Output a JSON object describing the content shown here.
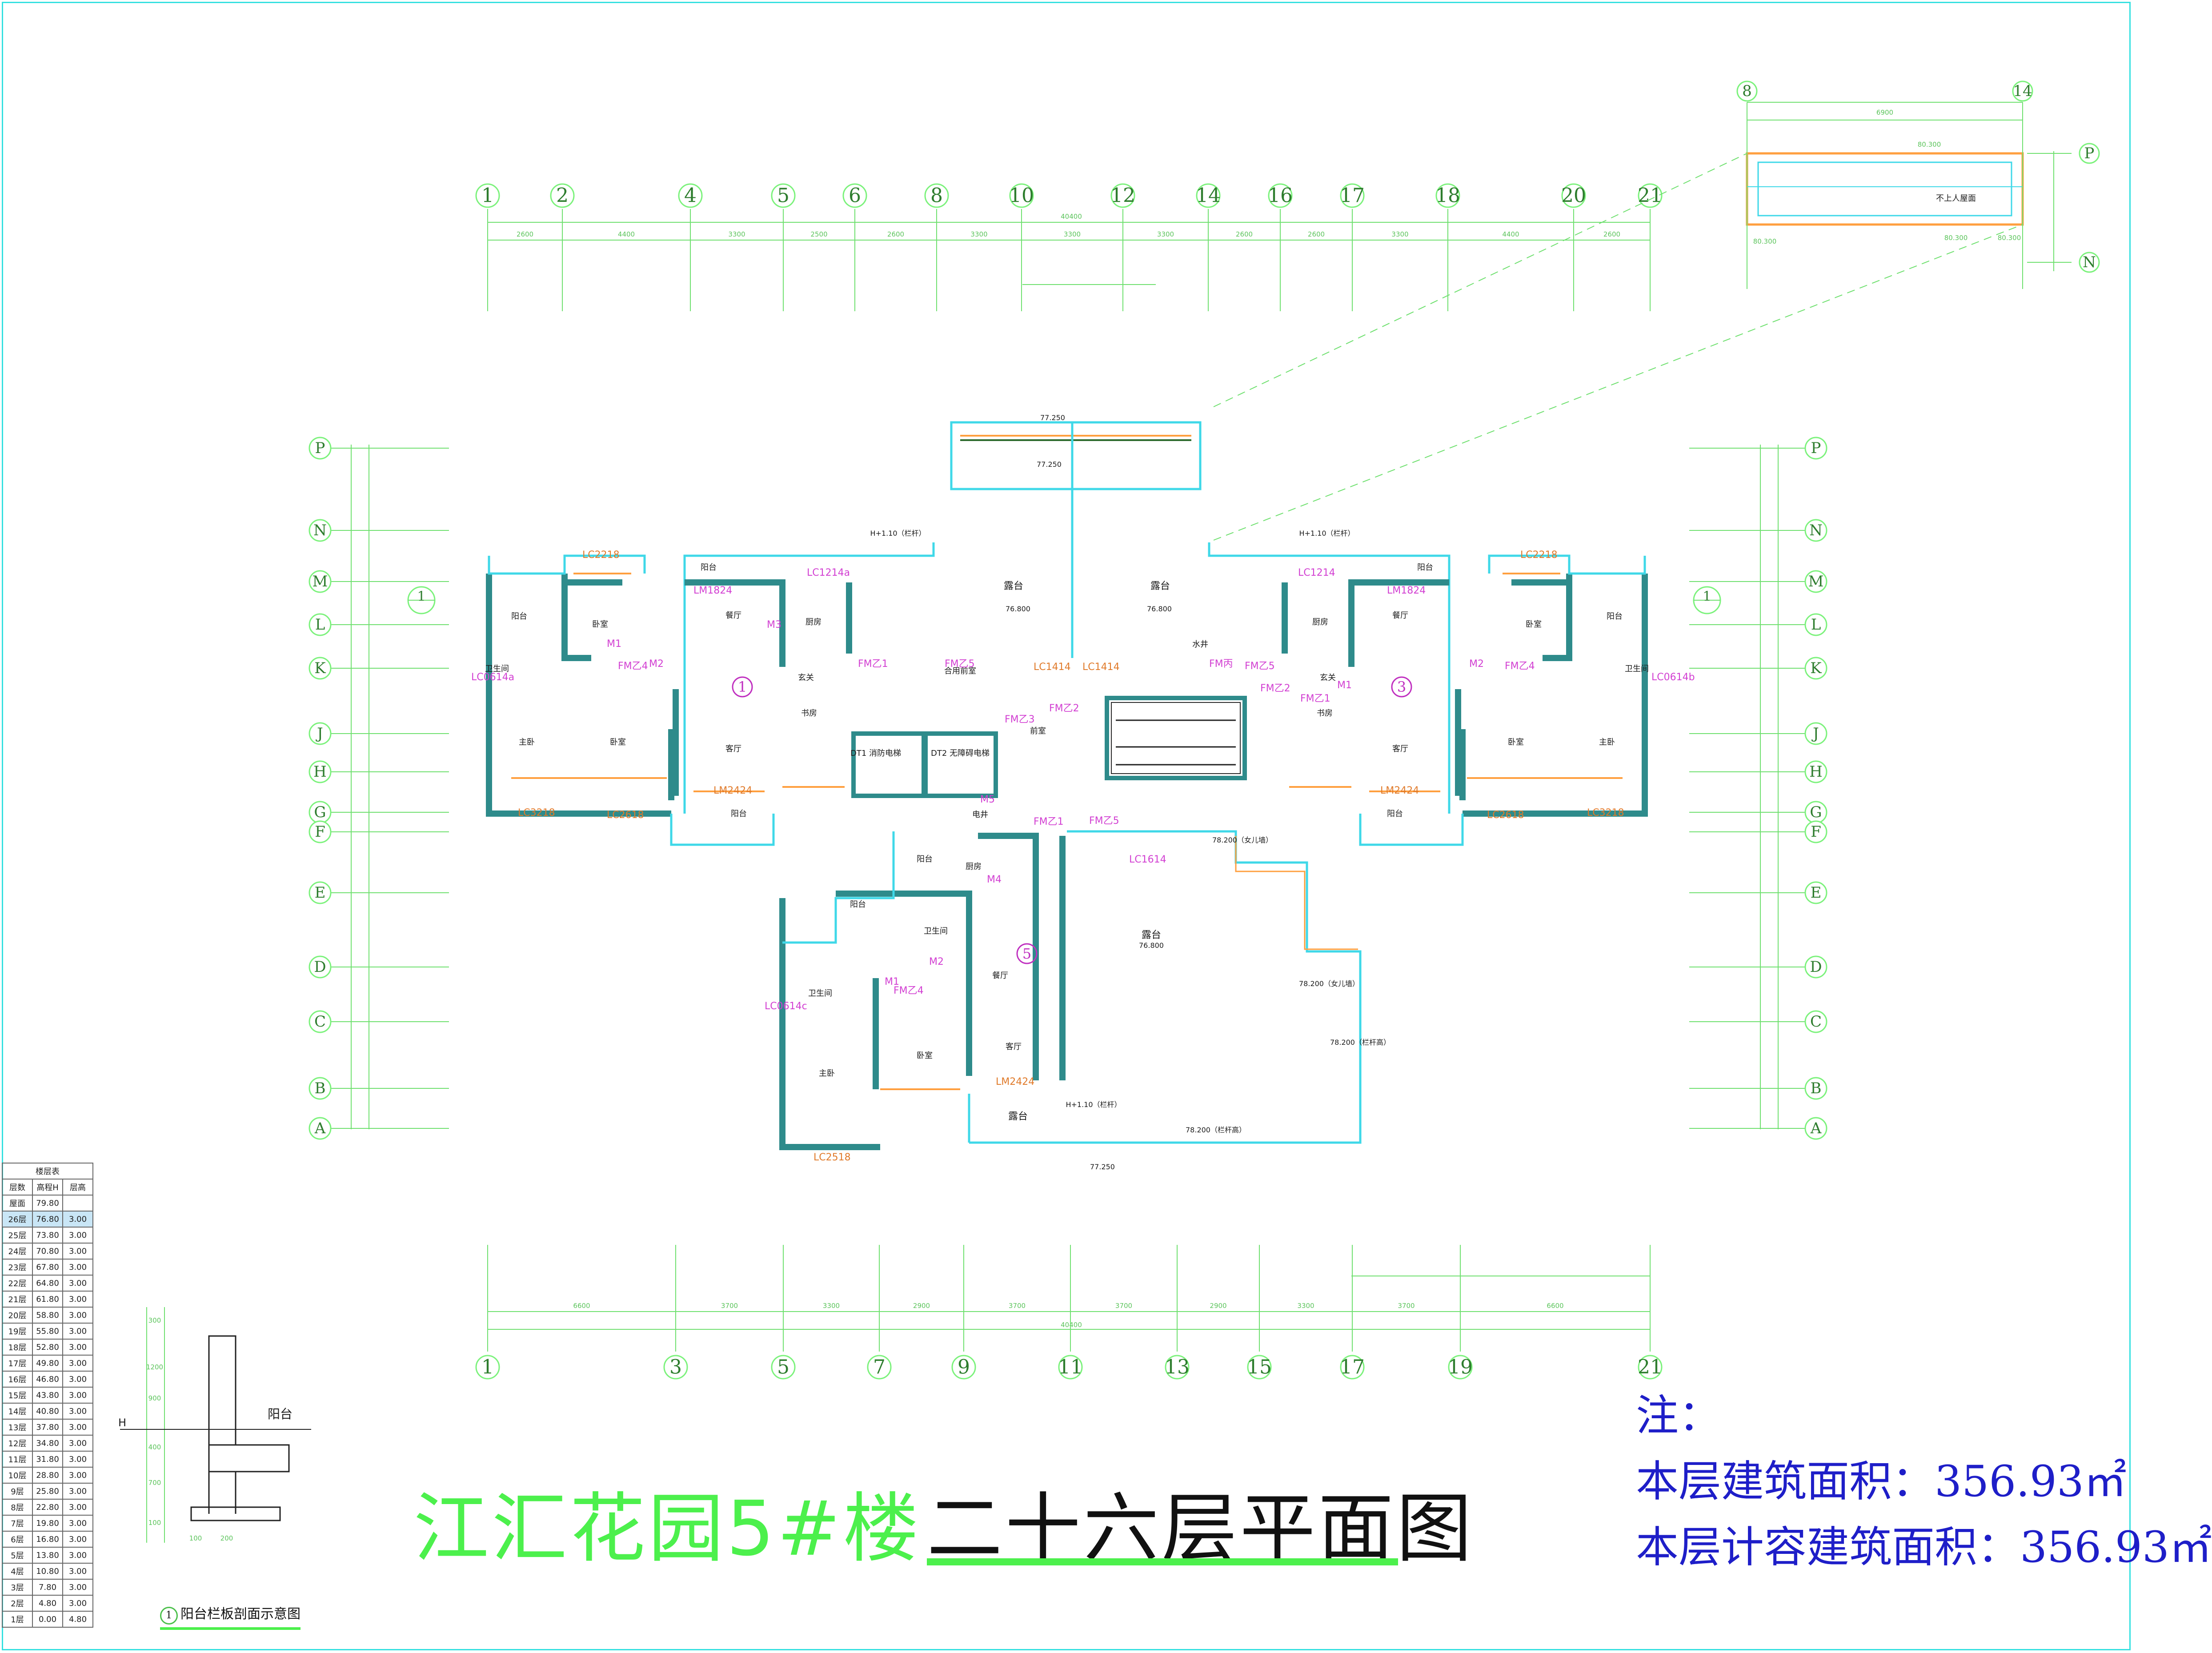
{
  "title": {
    "project": "江汇花园5#楼",
    "drawing": "二十六层平面图"
  },
  "notes": {
    "heading": "注：",
    "line1": "本层建筑面积：356.93㎡",
    "line2": "本层计容建筑面积：356.93㎡"
  },
  "axes": {
    "top": [
      "1",
      "2",
      "4",
      "5",
      "6",
      "8",
      "10",
      "12",
      "14",
      "16",
      "17",
      "18",
      "20",
      "21"
    ],
    "bottom": [
      "1",
      "3",
      "5",
      "7",
      "9",
      "11",
      "13",
      "15",
      "17",
      "19",
      "21"
    ],
    "rows": [
      "P",
      "N",
      "M",
      "L",
      "K",
      "J",
      "H",
      "G",
      "F",
      "E",
      "D",
      "C",
      "B",
      "A"
    ],
    "roof_top": [
      "8",
      "14"
    ],
    "roof_rows": [
      "P",
      "N"
    ]
  },
  "dimensions": {
    "top_total": "40400",
    "top_segments": [
      "2600",
      "4400",
      "3300",
      "2500",
      "2600",
      "3300",
      "3300",
      "3300",
      "2600",
      "2600",
      "3300",
      "4400",
      "2600"
    ],
    "bottom_total": "40400",
    "bottom_segments": [
      "6600",
      "3700",
      "3300",
      "2900",
      "3700",
      "3700",
      "2900",
      "3300",
      "3700",
      "6600"
    ],
    "roof_width": "6900",
    "roof_elevations": [
      "80.300",
      "80.300",
      "80.300",
      "80.300"
    ],
    "roof_label": "不上人屋面"
  },
  "rooms": {
    "unit1": {
      "id": "1",
      "labels": [
        "主卧",
        "卧室",
        "餐厅",
        "客厅",
        "厨房",
        "卫生间",
        "卧室",
        "阳台",
        "阳台",
        "阳台",
        "书房",
        "玄关"
      ]
    },
    "unit3": {
      "id": "3",
      "labels": [
        "主卧",
        "卧室",
        "餐厅",
        "客厅",
        "厨房",
        "卫生间",
        "卧室",
        "阳台",
        "阳台",
        "阳台",
        "书房",
        "玄关"
      ]
    },
    "unit5": {
      "id": "5",
      "labels": [
        "主卧",
        "卧室",
        "餐厅",
        "客厅",
        "厨房",
        "卫生间",
        "卫生间",
        "阳台",
        "阳台"
      ]
    },
    "core": {
      "labels": [
        "露台",
        "露台",
        "露台",
        "露台",
        "合用前室",
        "前室",
        "电井",
        "水井",
        "DT1 消防电梯",
        "DT2 无障碍电梯"
      ]
    }
  },
  "elevations": [
    "77.250",
    "77.250",
    "76.800",
    "76.800",
    "76.800",
    "78.200（女儿墙）",
    "78.200（女儿墙）",
    "78.200（栏杆高）",
    "78.200（栏杆高）",
    "77.250",
    "H+1.10（栏杆）",
    "H+1.10（栏杆）",
    "H+1.10（栏杆）"
  ],
  "door_window_tags": [
    "LC2218",
    "LC2218",
    "LC1214a",
    "LC1214",
    "LM1824",
    "LM1824",
    "LC3218",
    "LC3218",
    "LC2618",
    "LC2618",
    "LM2424",
    "LM2424",
    "LM2424",
    "LC1414",
    "LC1414",
    "LC0614a",
    "LC0614b",
    "LC0614c",
    "LC2518",
    "LC1614",
    "FM乙5",
    "FM乙5",
    "FM乙5",
    "FM乙4",
    "FM乙4",
    "FM乙4",
    "FM乙3",
    "FM乙2",
    "FM乙2",
    "FM乙1",
    "FM乙1",
    "FM乙1",
    "FM丙",
    "M1",
    "M1",
    "M1",
    "M2",
    "M2",
    "M2",
    "M3",
    "M4",
    "M5"
  ],
  "floor_table": {
    "title": "楼层表",
    "headers": [
      "层数",
      "高程H",
      "层高"
    ],
    "rows": [
      [
        "屋面",
        "79.80",
        ""
      ],
      [
        "26层",
        "76.80",
        "3.00"
      ],
      [
        "25层",
        "73.80",
        "3.00"
      ],
      [
        "24层",
        "70.80",
        "3.00"
      ],
      [
        "23层",
        "67.80",
        "3.00"
      ],
      [
        "22层",
        "64.80",
        "3.00"
      ],
      [
        "21层",
        "61.80",
        "3.00"
      ],
      [
        "20层",
        "58.80",
        "3.00"
      ],
      [
        "19层",
        "55.80",
        "3.00"
      ],
      [
        "18层",
        "52.80",
        "3.00"
      ],
      [
        "17层",
        "49.80",
        "3.00"
      ],
      [
        "16层",
        "46.80",
        "3.00"
      ],
      [
        "15层",
        "43.80",
        "3.00"
      ],
      [
        "14层",
        "40.80",
        "3.00"
      ],
      [
        "13层",
        "37.80",
        "3.00"
      ],
      [
        "12层",
        "34.80",
        "3.00"
      ],
      [
        "11层",
        "31.80",
        "3.00"
      ],
      [
        "10层",
        "28.80",
        "3.00"
      ],
      [
        "9层",
        "25.80",
        "3.00"
      ],
      [
        "8层",
        "22.80",
        "3.00"
      ],
      [
        "7层",
        "19.80",
        "3.00"
      ],
      [
        "6层",
        "16.80",
        "3.00"
      ],
      [
        "5层",
        "13.80",
        "3.00"
      ],
      [
        "4层",
        "10.80",
        "3.00"
      ],
      [
        "3层",
        "7.80",
        "3.00"
      ],
      [
        "2层",
        "4.80",
        "3.00"
      ],
      [
        "1层",
        "0.00",
        "4.80"
      ]
    ]
  },
  "detail": {
    "number": "1",
    "caption": "阳台栏板剖面示意图",
    "room": "阳台",
    "dims": [
      "300",
      "1200",
      "900",
      "400",
      "700",
      "100",
      "100",
      "200"
    ],
    "h_label": "H"
  },
  "colors": {
    "axis": "#7cf27c",
    "wall": "#2e8b8b",
    "window": "#ff9f3f",
    "title_green": "#4cf04c",
    "notes_blue": "#1e1ec8",
    "tag_magenta": "#d23fd2"
  }
}
